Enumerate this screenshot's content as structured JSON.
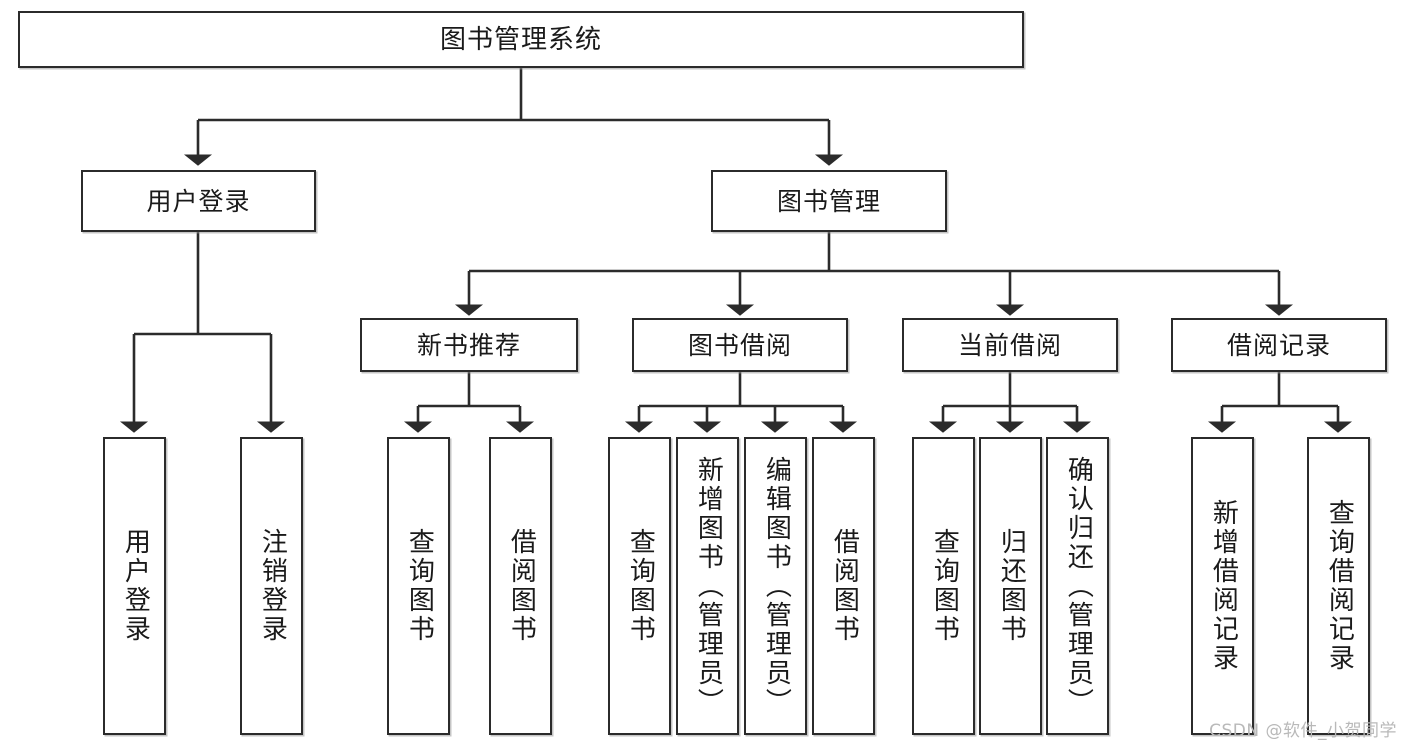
{
  "diagram": {
    "title": "图书管理系统",
    "root": {
      "label": "图书管理系统"
    },
    "level1": [
      {
        "label": "用户登录"
      },
      {
        "label": "图书管理"
      }
    ],
    "level2": [
      {
        "label": "新书推荐"
      },
      {
        "label": "图书借阅"
      },
      {
        "label": "当前借阅"
      },
      {
        "label": "借阅记录"
      }
    ],
    "leaves": {
      "user_login": [
        {
          "label": "用户登录"
        },
        {
          "label": "注销登录"
        }
      ],
      "new_book_recommend": [
        {
          "label": "查询图书"
        },
        {
          "label": "借阅图书"
        }
      ],
      "book_borrow": [
        {
          "label": "查询图书"
        },
        {
          "label": "新增图书（管理员）"
        },
        {
          "label": "编辑图书（管理员）"
        },
        {
          "label": "借阅图书"
        }
      ],
      "current_borrow": [
        {
          "label": "查询图书"
        },
        {
          "label": "归还图书"
        },
        {
          "label": "确认归还（管理员）"
        }
      ],
      "borrow_records": [
        {
          "label": "新增借阅记录"
        },
        {
          "label": "查询借阅记录"
        }
      ]
    }
  },
  "watermark": {
    "text": "CSDN @软件_小贺同学"
  },
  "colors": {
    "stroke": "#2b2b2b",
    "text": "#1a1a1a",
    "background": "#ffffff",
    "watermark": "#b9b9b9"
  }
}
